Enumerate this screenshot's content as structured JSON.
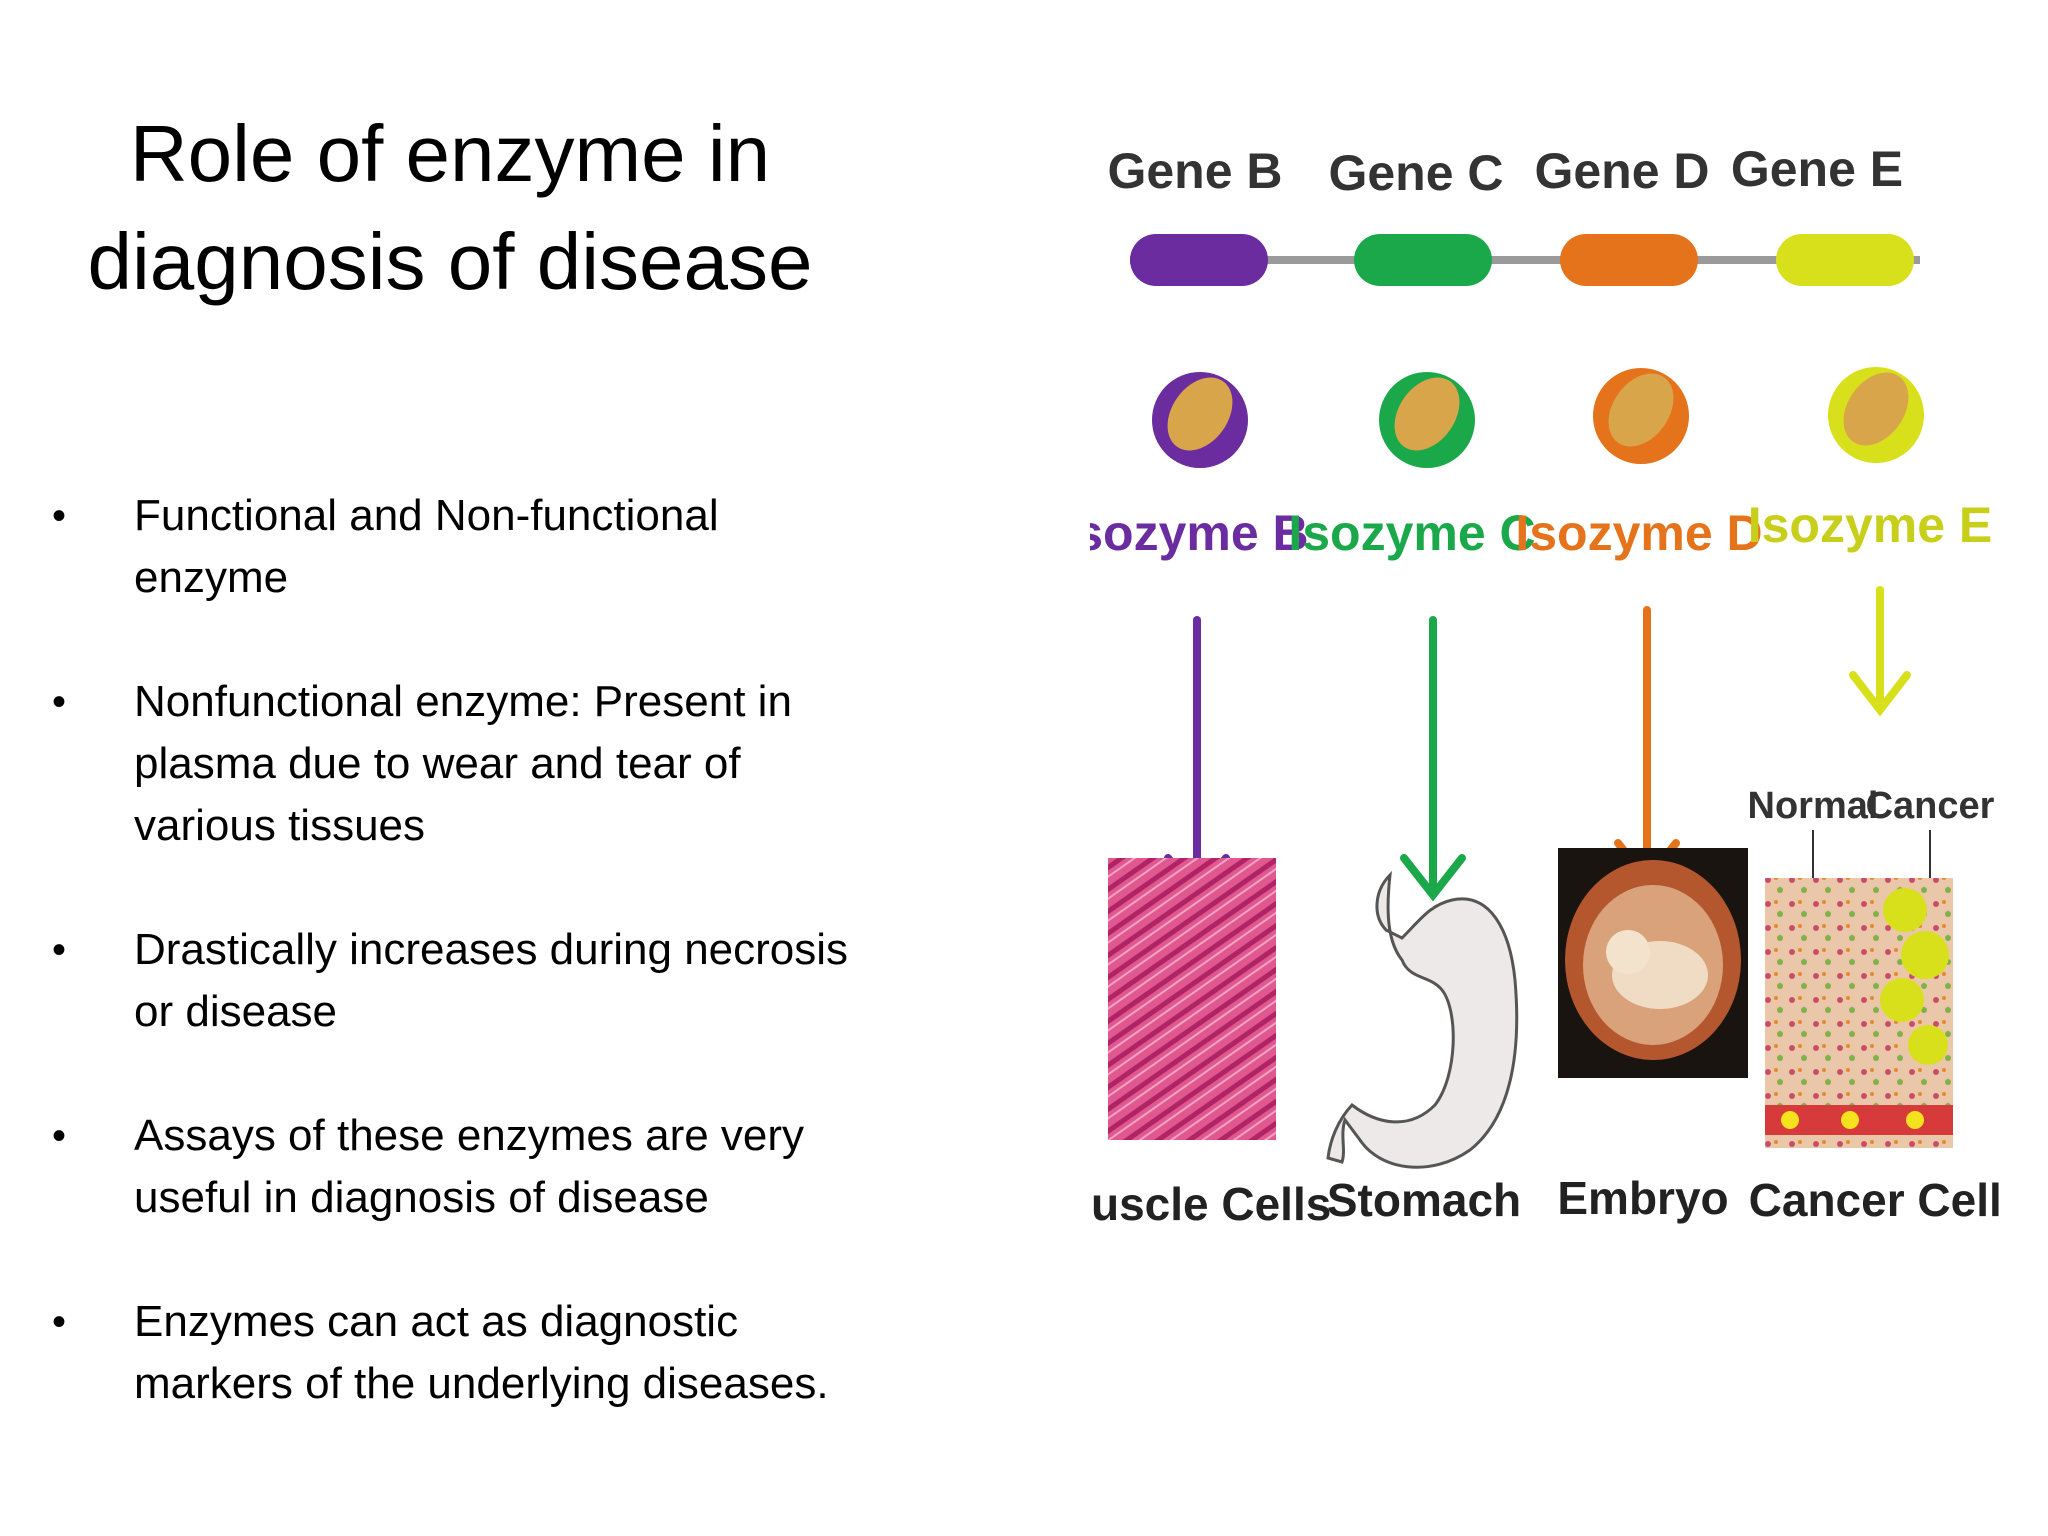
{
  "title": "Role of enzyme in diagnosis of disease",
  "bullets": [
    "Functional and Non-functional enzyme",
    "Nonfunctional enzyme: Present in plasma due to wear and tear of various tissues",
    "Drastically increases during necrosis or disease",
    "Assays of these enzymes are very useful in diagnosis of disease",
    "Enzymes can act as diagnostic markers of the underlying diseases."
  ],
  "bullet_symbol": "•",
  "figure": {
    "genes": [
      "Gene B",
      "Gene C",
      "Gene D",
      "Gene E"
    ],
    "isozymes": [
      "Isozyme B",
      "Isozyme C",
      "Isozyme D",
      "Isozyme E"
    ],
    "tissues": [
      "Muscle Cells",
      "Stomach",
      "Embryo",
      "Cancer Cells"
    ],
    "normal_label": "Normal",
    "cancer_label": "Cancer",
    "colors": {
      "purple": "#6a2c9e",
      "green": "#1aa84a",
      "orange": "#e5731c",
      "yellow": "#d8e01c",
      "connector": "#9a9a9a",
      "enzyme_blob": "#d9a54a"
    }
  }
}
